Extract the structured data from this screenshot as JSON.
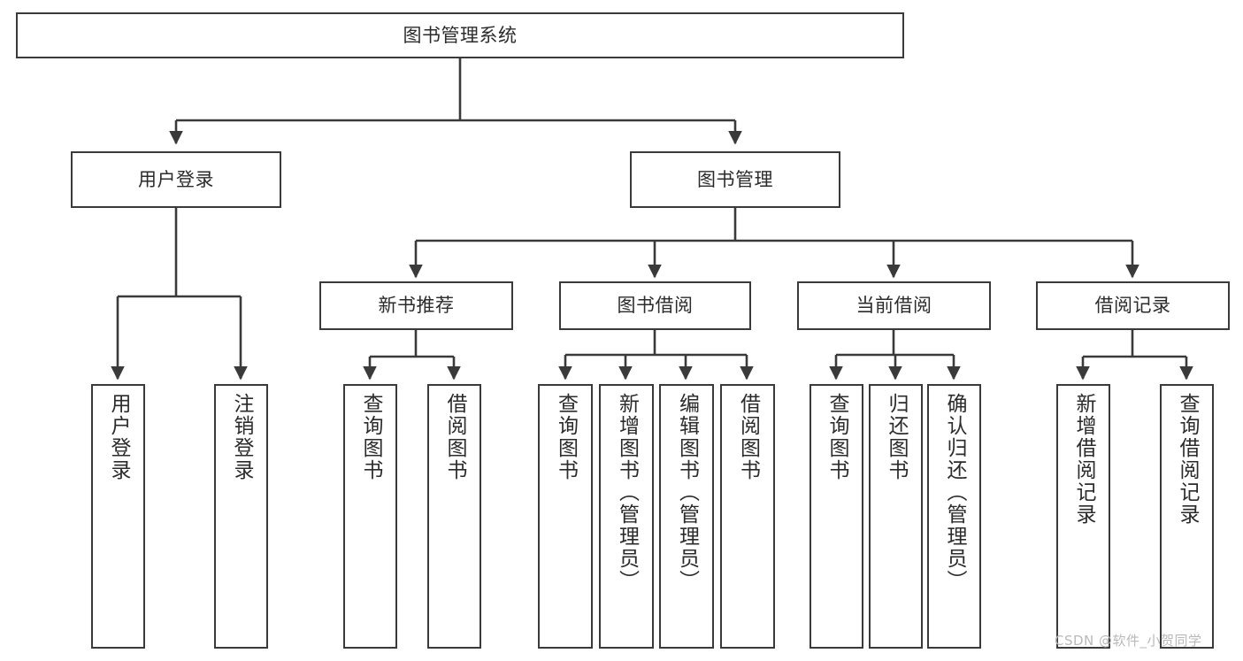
{
  "diagram": {
    "title": "图书管理系统",
    "type": "tree-hierarchy-chart",
    "watermark": "CSDN @软件_小贺同学",
    "colors": {
      "box_border": "#3a3a3a",
      "box_fill": "#ffffff",
      "edge": "#3a3a3a",
      "text": "#2b2b2b",
      "watermark": "#b9b9b9",
      "background": "#ffffff"
    },
    "nodes": {
      "root": {
        "label": "图书管理系统"
      },
      "level2": [
        {
          "id": "user-login",
          "label": "用户登录"
        },
        {
          "id": "book-management",
          "label": "图书管理"
        }
      ],
      "level3": [
        {
          "id": "new-book-recommend",
          "label": "新书推荐"
        },
        {
          "id": "book-borrow",
          "label": "图书借阅"
        },
        {
          "id": "current-borrow",
          "label": "当前借阅"
        },
        {
          "id": "borrow-record",
          "label": "借阅记录"
        }
      ],
      "leaves": {
        "user_login": [
          {
            "id": "leaf-user-login",
            "label": "用户登录"
          },
          {
            "id": "leaf-logout-login",
            "label": "注销登录"
          }
        ],
        "new_book_recommend": [
          {
            "id": "leaf-query-book-1",
            "label": "查询图书"
          },
          {
            "id": "leaf-borrow-book-1",
            "label": "借阅图书"
          }
        ],
        "book_borrow": [
          {
            "id": "leaf-query-book-2",
            "label": "查询图书"
          },
          {
            "id": "leaf-add-book-admin",
            "label": "新增图书（管理员）"
          },
          {
            "id": "leaf-edit-book-admin",
            "label": "编辑图书（管理员）"
          },
          {
            "id": "leaf-borrow-book-2",
            "label": "借阅图书"
          }
        ],
        "current_borrow": [
          {
            "id": "leaf-query-book-3",
            "label": "查询图书"
          },
          {
            "id": "leaf-return-book",
            "label": "归还图书"
          },
          {
            "id": "leaf-confirm-return-admin",
            "label": "确认归还（管理员）"
          }
        ],
        "borrow_record": [
          {
            "id": "leaf-add-borrow-record",
            "label": "新增借阅记录"
          },
          {
            "id": "leaf-query-borrow-record",
            "label": "查询借阅记录"
          }
        ]
      }
    }
  }
}
